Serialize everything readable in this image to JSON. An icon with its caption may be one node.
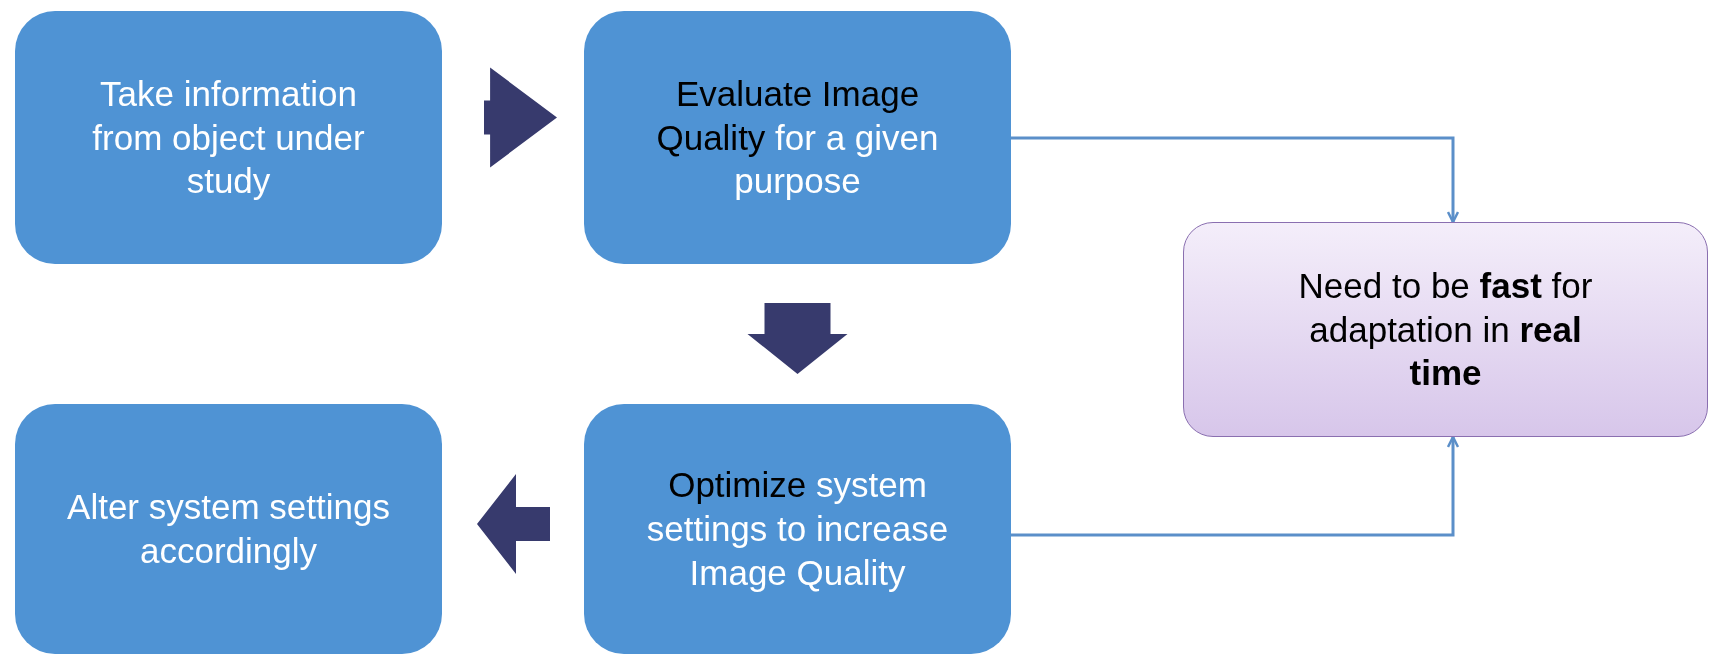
{
  "diagram": {
    "nodes": [
      {
        "text": [
          "Take information from object under study"
        ]
      },
      {
        "text": [
          "Evaluate Image Quality",
          "for a given purpose"
        ]
      },
      {
        "text": [
          "Need to be **fast** for adaptation in **real time**"
        ]
      },
      {
        "text": [
          "Optimize",
          "system settings to increase Image Quality"
        ]
      },
      {
        "text": [
          "Alter system settings accordingly"
        ]
      }
    ],
    "edges": [
      {
        "from": 0,
        "to": 1,
        "arrow": "to",
        "style": "thick",
        "color": "#373a6d"
      },
      {
        "from": 1,
        "to": 3,
        "arrow": "to",
        "style": "thick",
        "color": "#373a6d"
      },
      {
        "from": 3,
        "to": 4,
        "arrow": "to",
        "style": "thick",
        "color": "#373a6d"
      },
      {
        "from": 1,
        "to": 2,
        "arrow": "to"
      },
      {
        "from": 3,
        "to": 2,
        "arrow": "to"
      }
    ]
  }
}
